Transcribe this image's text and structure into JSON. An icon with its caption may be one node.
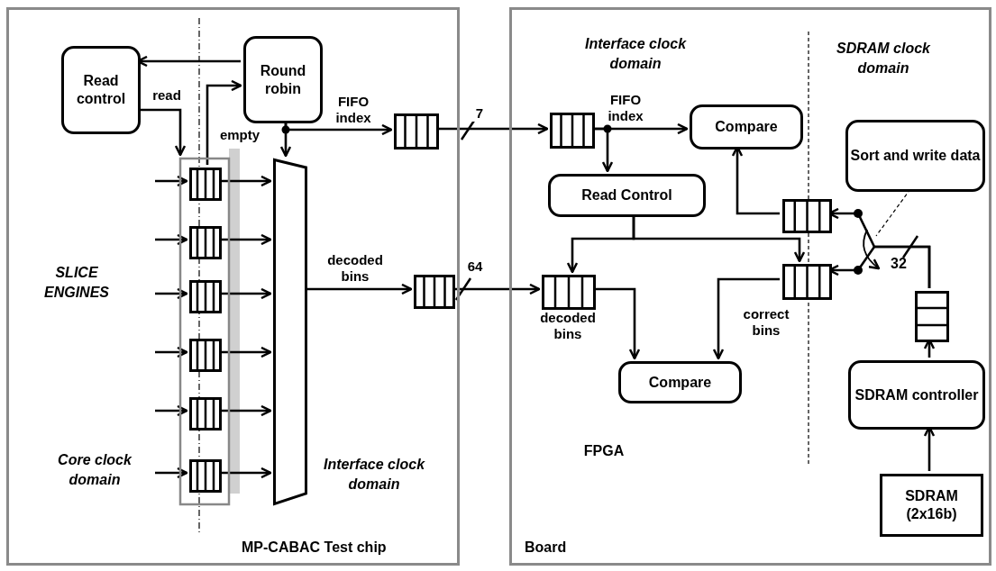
{
  "diagram": {
    "nodes": [
      {
        "text": [
          "MP-CABAC Test chip"
        ]
      },
      {
        "text": [
          "Read control"
        ],
        "in": 0
      },
      {
        "text": [
          "Round robin"
        ],
        "in": 0
      },
      {
        "text": [],
        "shape": "box",
        "in": 0
      },
      {
        "text": [],
        "shape": "queue",
        "in": 3
      },
      {
        "text": [],
        "shape": "queue",
        "in": 3
      },
      {
        "text": [],
        "shape": "queue",
        "in": 3
      },
      {
        "text": [],
        "shape": "queue",
        "in": 3
      },
      {
        "text": [],
        "shape": "queue",
        "in": 3
      },
      {
        "text": [],
        "shape": "queue",
        "in": 3
      },
      {
        "text": [],
        "shape": "trapezoid",
        "in": 0
      },
      {
        "text": [],
        "shape": "queue",
        "in": 0
      },
      {
        "text": [],
        "shape": "queue",
        "in": 0
      },
      {
        "text": [
          "Board"
        ]
      },
      {
        "text": [],
        "shape": "queue",
        "in": 13
      },
      {
        "text": [
          "Compare"
        ],
        "in": 13
      },
      {
        "text": [
          "Read Control"
        ],
        "in": 13
      },
      {
        "text": [
          "Sort and write data"
        ],
        "in": 13
      },
      {
        "text": [],
        "shape": "queue",
        "in": 13
      },
      {
        "text": [],
        "shape": "queue",
        "in": 13
      },
      {
        "text": [],
        "shape": "queue",
        "in": 13
      },
      {
        "text": [
          "Compare"
        ],
        "in": 13
      },
      {
        "text": [],
        "shape": "queue",
        "in": 13
      },
      {
        "text": [
          "SDRAM controller"
        ],
        "in": 13
      },
      {
        "text": [
          "SDRAM (2x16b)"
        ],
        "in": 13
      }
    ],
    "edges": [
      {
        "from": 2,
        "to": 1,
        "arrow": "to"
      },
      {
        "from": 1,
        "to": 3,
        "arrow": "to",
        "label": "read"
      },
      {
        "from": 4,
        "to": 2,
        "arrow": "to",
        "label": "empty"
      },
      {
        "from": null,
        "to": 4,
        "arrow": "to"
      },
      {
        "from": null,
        "to": 5,
        "arrow": "to"
      },
      {
        "from": null,
        "to": 6,
        "arrow": "to"
      },
      {
        "from": null,
        "to": 7,
        "arrow": "to"
      },
      {
        "from": null,
        "to": 8,
        "arrow": "to"
      },
      {
        "from": null,
        "to": 9,
        "arrow": "to"
      },
      {
        "from": 4,
        "to": 10,
        "arrow": "to"
      },
      {
        "from": 5,
        "to": 10,
        "arrow": "to"
      },
      {
        "from": 6,
        "to": 10,
        "arrow": "to"
      },
      {
        "from": 7,
        "to": 10,
        "arrow": "to"
      },
      {
        "from": 8,
        "to": 10,
        "arrow": "to"
      },
      {
        "from": 9,
        "to": 10,
        "arrow": "to"
      },
      {
        "from": 2,
        "to": 10,
        "arrow": "to"
      },
      {
        "from": 2,
        "to": 11,
        "arrow": "to",
        "label": "FIFO index"
      },
      {
        "from": 10,
        "to": 12,
        "arrow": "to",
        "label": "decoded bins"
      },
      {
        "from": 11,
        "to": 14,
        "arrow": "to",
        "label": "7"
      },
      {
        "from": 12,
        "to": 18,
        "arrow": "to",
        "label": "64"
      },
      {
        "from": 14,
        "to": 15,
        "arrow": "to",
        "label": "FIFO index"
      },
      {
        "from": 14,
        "to": 16,
        "arrow": "to"
      },
      {
        "from": 16,
        "to": 18,
        "arrow": "to"
      },
      {
        "from": 16,
        "to": 20,
        "arrow": "to"
      },
      {
        "from": 18,
        "to": 21,
        "arrow": "to",
        "label": "decoded bins"
      },
      {
        "from": 20,
        "to": 21,
        "arrow": "to",
        "label": "correct bins"
      },
      {
        "from": 19,
        "to": 15,
        "arrow": "to"
      },
      {
        "from": 22,
        "to": 19,
        "arrow": "to"
      },
      {
        "from": 22,
        "to": 20,
        "arrow": "to"
      },
      {
        "from": 23,
        "to": 22,
        "arrow": "to"
      },
      {
        "from": 24,
        "to": 23,
        "arrow": "to"
      },
      {
        "from": 17,
        "to": null,
        "arrow": "none",
        "style": "dashed"
      }
    ],
    "labels": [
      "SLICE ENGINES",
      "Core clock domain",
      "Interface clock domain",
      "Interface clock domain",
      "SDRAM clock domain",
      "32",
      "FPGA"
    ]
  }
}
